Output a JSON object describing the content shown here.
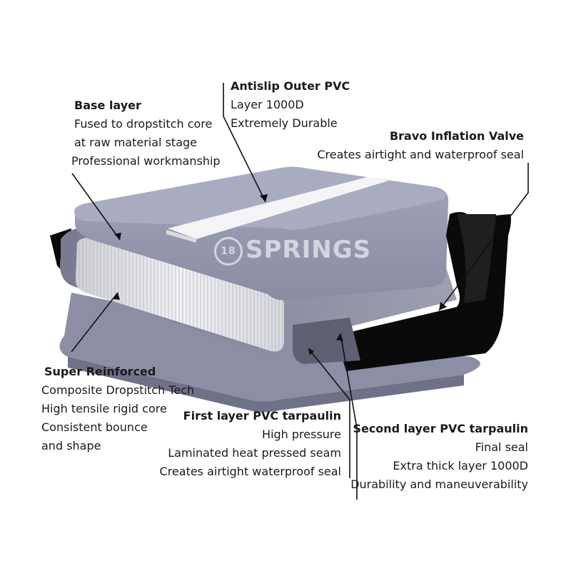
{
  "watermark": {
    "prefix": "18",
    "text": "SPRINGS"
  },
  "labels": {
    "base": {
      "title": "Base layer",
      "lines": [
        "Fused to dropstitch core",
        "at raw material stage",
        "Professional workmanship"
      ]
    },
    "antislip": {
      "title": "Antislip Outer PVC",
      "lines": [
        "Layer 1000D",
        "Extremely Durable"
      ]
    },
    "valve": {
      "title": "Bravo Inflation Valve",
      "lines": [
        "Creates airtight and waterproof seal"
      ]
    },
    "reinforced": {
      "title": "Super Reinforced",
      "lines": [
        "Composite Dropstitch Tech",
        "High tensile rigid core",
        "Consistent bounce",
        "and shape"
      ]
    },
    "first_pvc": {
      "title": "First layer PVC tarpaulin",
      "lines": [
        "High pressure",
        "Laminated heat pressed seam",
        "Creates airtight waterproof seal"
      ]
    },
    "second_pvc": {
      "title": "Second layer PVC tarpaulin",
      "lines": [
        "Final seal",
        "Extra thick layer 1000D",
        "Durability and maneuverability"
      ]
    }
  },
  "colors": {
    "pvc_grey": "#8e90a8",
    "core_white": "#e9e9ec",
    "black_layer": "#0a0a0a",
    "line": "#111111"
  }
}
